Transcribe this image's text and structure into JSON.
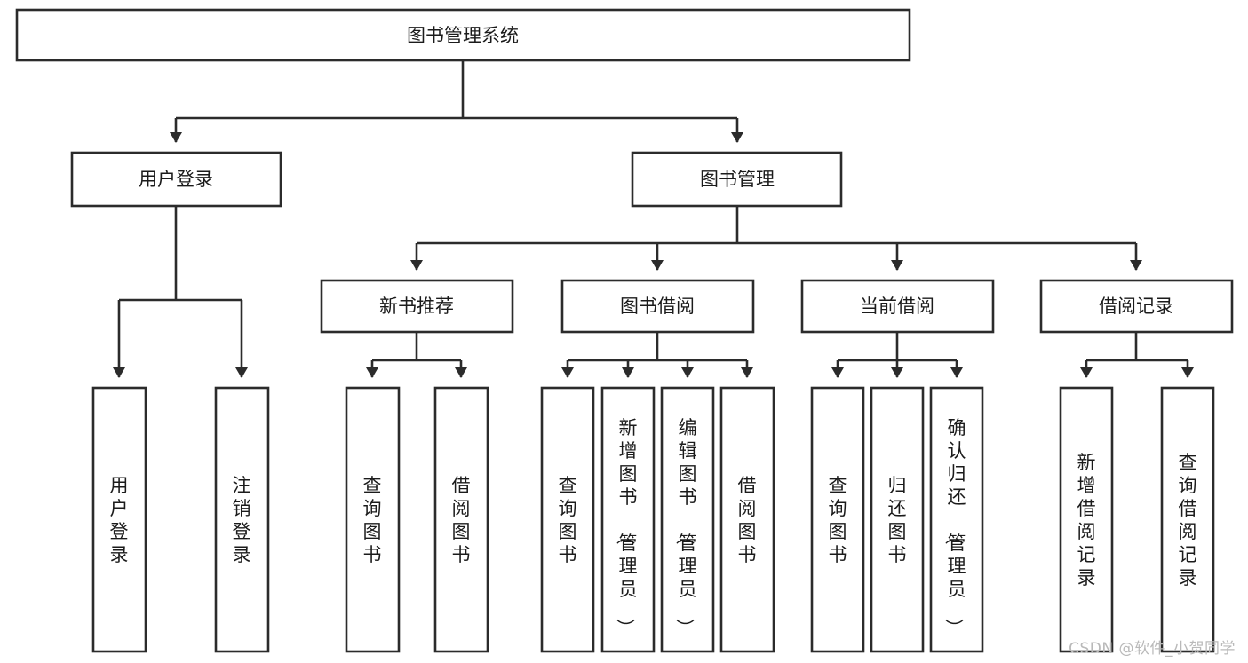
{
  "diagram": {
    "type": "tree",
    "title": "图书管理系统",
    "watermark": "CSDN @软件_小贺同学",
    "colors": {
      "stroke": "#2b2b2b",
      "fill": "#ffffff",
      "text": "#1b1b1b",
      "watermark": "#b9b9b9",
      "background": "#ffffff"
    },
    "levels": {
      "root": {
        "label": "图书管理系统"
      },
      "level2": [
        {
          "id": "user-login",
          "label": "用户登录"
        },
        {
          "id": "book-manage",
          "label": "图书管理"
        }
      ],
      "level3": [
        {
          "id": "new-book-recommend",
          "label": "新书推荐",
          "parent": "book-manage"
        },
        {
          "id": "book-borrow",
          "label": "图书借阅",
          "parent": "book-manage"
        },
        {
          "id": "current-borrow",
          "label": "当前借阅",
          "parent": "book-manage"
        },
        {
          "id": "borrow-record",
          "label": "借阅记录",
          "parent": "book-manage"
        }
      ],
      "leaves": [
        {
          "id": "leaf-user-login",
          "label": "用户登录",
          "parent": "user-login"
        },
        {
          "id": "leaf-user-logout",
          "label": "注销登录",
          "parent": "user-login"
        },
        {
          "id": "leaf-query-book-1",
          "label": "查询图书",
          "parent": "new-book-recommend"
        },
        {
          "id": "leaf-borrow-book-1",
          "label": "借阅图书",
          "parent": "new-book-recommend"
        },
        {
          "id": "leaf-query-book-2",
          "label": "查询图书",
          "parent": "book-borrow"
        },
        {
          "id": "leaf-add-book",
          "label": "新增图书（管理员）",
          "parent": "book-borrow"
        },
        {
          "id": "leaf-edit-book",
          "label": "编辑图书（管理员）",
          "parent": "book-borrow"
        },
        {
          "id": "leaf-borrow-book-2",
          "label": "借阅图书",
          "parent": "book-borrow"
        },
        {
          "id": "leaf-query-book-3",
          "label": "查询图书",
          "parent": "current-borrow"
        },
        {
          "id": "leaf-return-book",
          "label": "归还图书",
          "parent": "current-borrow"
        },
        {
          "id": "leaf-confirm-return",
          "label": "确认归还（管理员）",
          "parent": "current-borrow"
        },
        {
          "id": "leaf-add-record",
          "label": "新增借阅记录",
          "parent": "borrow-record"
        },
        {
          "id": "leaf-query-record",
          "label": "查询借阅记录",
          "parent": "borrow-record"
        }
      ]
    }
  }
}
